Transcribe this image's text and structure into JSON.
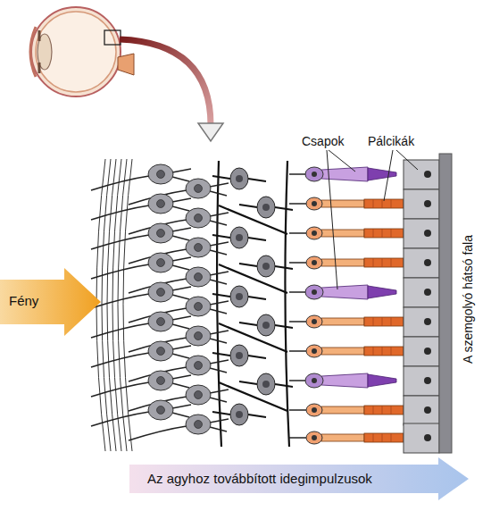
{
  "diagram": {
    "nodes": [
      {
        "text": [
          "Fény"
        ]
      },
      {
        "text": [
          "Az agyhoz továbbított idegimpulzusok"
        ]
      }
    ],
    "labels": [
      "Csapok",
      "Pálcikák",
      "A szemgolyó hátsó fala"
    ]
  }
}
